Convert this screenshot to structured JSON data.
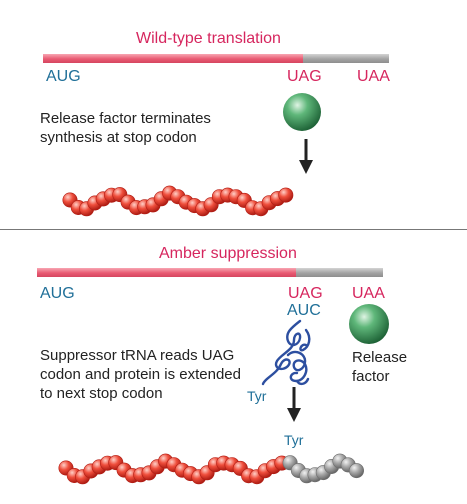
{
  "panels": {
    "wildtype": {
      "title": "Wild-type translation",
      "codon_start": "AUG",
      "codon_stop1": "UAG",
      "codon_stop2": "UAA",
      "description": "Release factor terminates synthesis at stop codon"
    },
    "amber": {
      "title": "Amber suppression",
      "codon_start": "AUG",
      "codon_stop1": "UAG",
      "codon_stop2": "UAA",
      "anticodon": "AUC",
      "release_factor_label": "Release factor",
      "description": "Suppressor tRNA reads UAG codon and protein is extended to next stop codon",
      "tyr_trna": "Tyr",
      "tyr_chain": "Tyr"
    }
  },
  "colors": {
    "title": "#d6265e",
    "codon_blue": "#1f6f98",
    "mrna_coding": "#e85a72",
    "mrna_noncoding": "#a3a3a3",
    "protein": "#e8352b",
    "extension": "#9a9a9a",
    "release_factor": "#2f8a4e",
    "trna": "#2d4fa0"
  }
}
